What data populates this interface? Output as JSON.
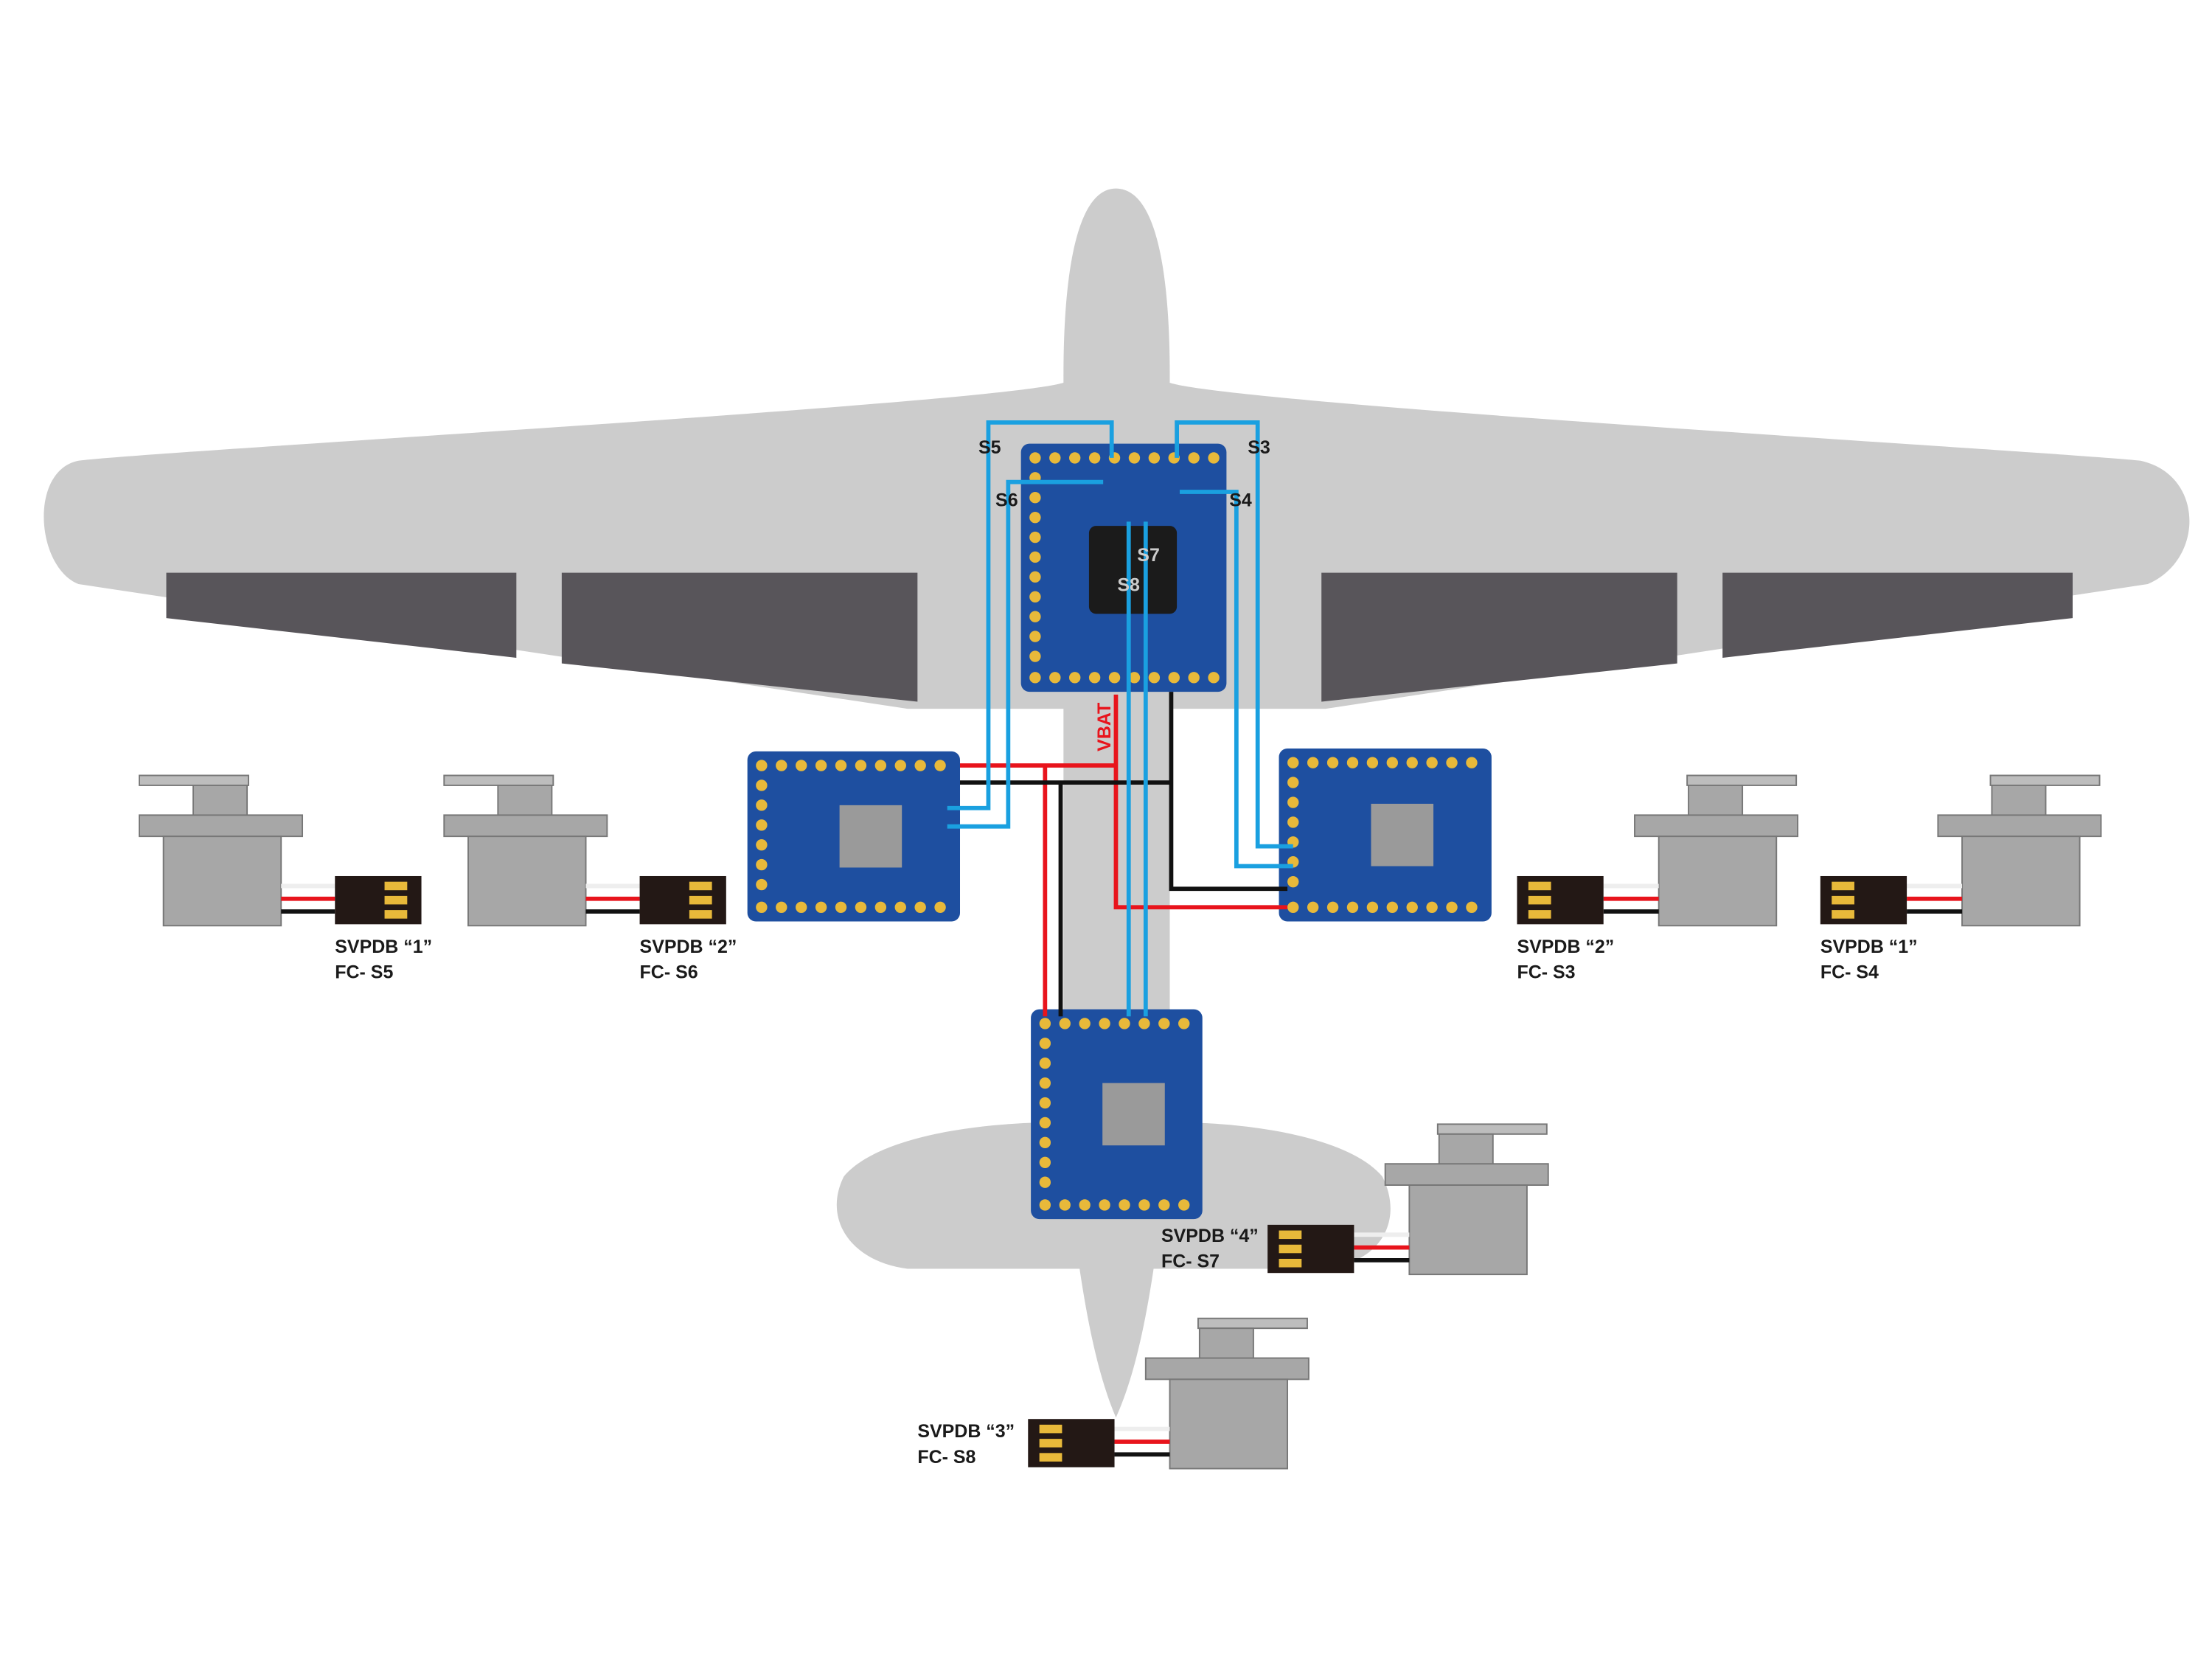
{
  "colors": {
    "airframe": "#cccccc",
    "flap": "#58555a",
    "board": "#1e4fa0",
    "pad": "#e8b93a",
    "signal": "#1aa0e0",
    "power": "#e8141c",
    "ground": "#111111",
    "servo": "#a7a7a7",
    "connector": "#231815"
  },
  "fc": {
    "signals": {
      "s5": "S5",
      "s6": "S6",
      "s3": "S3",
      "s4": "S4",
      "s7": "S7",
      "s8": "S8"
    },
    "vbat": "VBAT"
  },
  "servos": [
    {
      "line1": "SVPDB “1”",
      "line2": "FC- S5"
    },
    {
      "line1": "SVPDB “2”",
      "line2": "FC- S6"
    },
    {
      "line1": "SVPDB “2”",
      "line2": "FC- S3"
    },
    {
      "line1": "SVPDB “1”",
      "line2": "FC- S4"
    },
    {
      "line1": "SVPDB “4”",
      "line2": "FC- S7"
    },
    {
      "line1": "SVPDB “3”",
      "line2": "FC- S8"
    }
  ]
}
